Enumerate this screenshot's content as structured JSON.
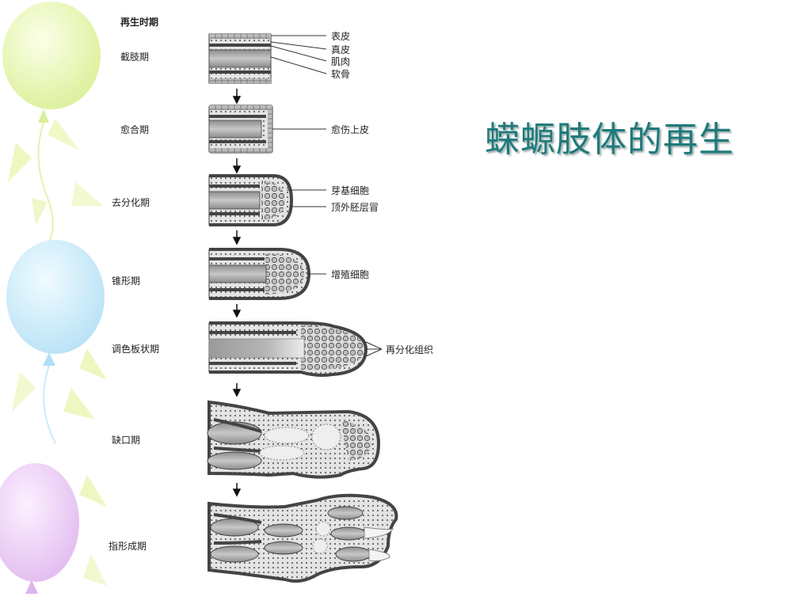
{
  "slide": {
    "title": "蝾螈肢体的再生",
    "header": "再生时期",
    "stages": [
      "截肢期",
      "愈合期",
      "去分化期",
      "锥形期",
      "调色板状期",
      "缺口期",
      "指形成期"
    ],
    "tissue_labels": {
      "epidermis": "表皮",
      "dermis": "真皮",
      "muscle": "肌肉",
      "cartilage": "软骨",
      "wound_epidermis": "愈伤上皮",
      "blastema_cells": "芽基细胞",
      "apical_cap": "顶外胚层冒",
      "proliferating_cells": "增殖细胞",
      "redifferentiated_tissue": "再分化组织"
    }
  },
  "colors": {
    "title": "#1f7a7a",
    "balloon_green": "#e4f4a8",
    "balloon_blue": "#c4e8f8",
    "balloon_purple": "#eccaf4"
  }
}
